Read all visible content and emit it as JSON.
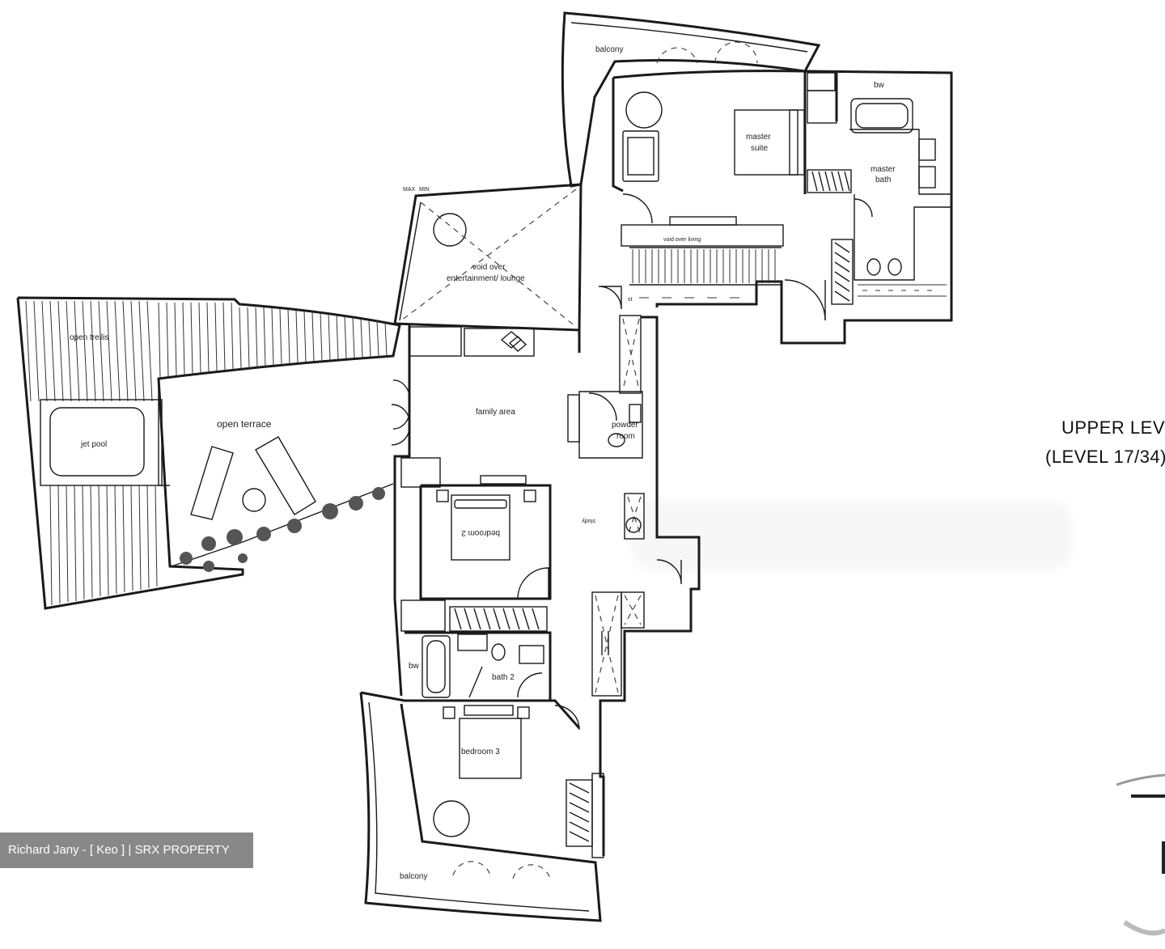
{
  "plan": {
    "title_line1": "UPPER LEVEL",
    "title_line2": "(LEVEL 17/34)",
    "rooms": {
      "balcony_top": "balcony",
      "bw_top": "bw",
      "master_suite_1": "master",
      "master_suite_2": "suite",
      "master_bath_1": "master",
      "master_bath_2": "bath",
      "max_label": "MAX",
      "min_label": "MIN",
      "void_entertainment_1": "void over",
      "void_entertainment_2": "entertainment/ lounge",
      "void_living": "void over living",
      "st": "st",
      "open_trellis": "open trellis",
      "open_terrace": "open terrace",
      "jet_pool": "jet pool",
      "family_area": "family area",
      "powder_room_1": "powder",
      "powder_room_2": "room",
      "bedroom_2": "bedroom 2",
      "study": "study",
      "bw_bottom": "bw",
      "bath_2": "bath 2",
      "bedroom_3": "bedroom 3",
      "balcony_bottom": "balcony"
    }
  },
  "watermark": {
    "text": "Richard Jany - [ Keo ] | SRX PROPERTY"
  }
}
